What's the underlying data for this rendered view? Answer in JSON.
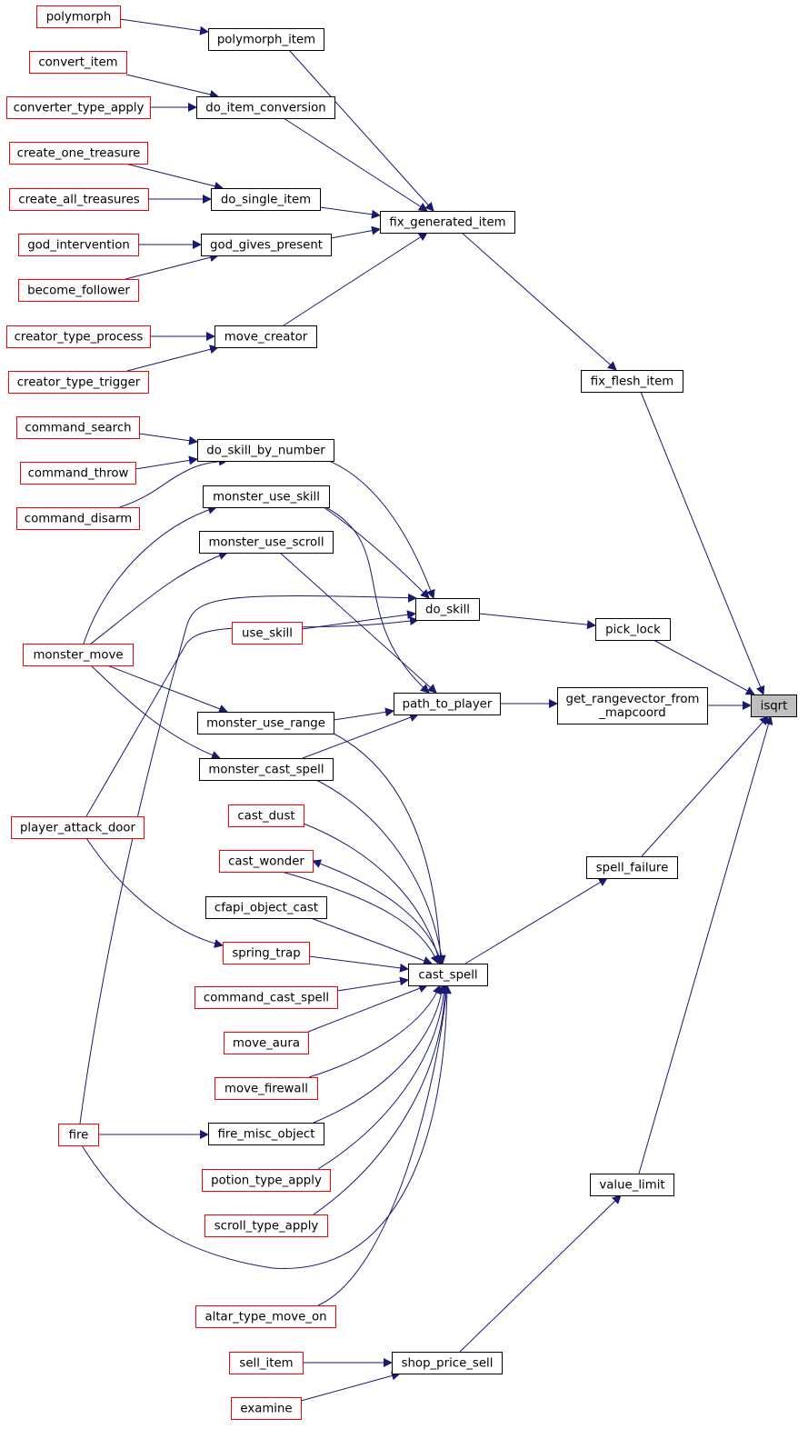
{
  "colors": {
    "edge": "#191970",
    "border_documented": "#000000",
    "border_undocumented": "#ff0000",
    "fill_default": "#ffffff",
    "fill_focus": "#bfbfbf"
  },
  "nodes": [
    {
      "id": "isqrt",
      "lines": [
        "isqrt"
      ],
      "style": "focus"
    },
    {
      "id": "fix_flesh_item",
      "lines": [
        "fix_flesh_item"
      ],
      "style": "documented"
    },
    {
      "id": "pick_lock",
      "lines": [
        "pick_lock"
      ],
      "style": "documented"
    },
    {
      "id": "get_rangevector_from_mapcoord",
      "lines": [
        "get_rangevector_from",
        "_mapcoord"
      ],
      "style": "documented"
    },
    {
      "id": "spell_failure",
      "lines": [
        "spell_failure"
      ],
      "style": "documented"
    },
    {
      "id": "value_limit",
      "lines": [
        "value_limit"
      ],
      "style": "documented"
    },
    {
      "id": "fix_generated_item",
      "lines": [
        "fix_generated_item"
      ],
      "style": "documented"
    },
    {
      "id": "do_skill",
      "lines": [
        "do_skill"
      ],
      "style": "documented"
    },
    {
      "id": "path_to_player",
      "lines": [
        "path_to_player"
      ],
      "style": "documented"
    },
    {
      "id": "cast_spell",
      "lines": [
        "cast_spell"
      ],
      "style": "documented"
    },
    {
      "id": "shop_price_sell",
      "lines": [
        "shop_price_sell"
      ],
      "style": "documented"
    },
    {
      "id": "polymorph_item",
      "lines": [
        "polymorph_item"
      ],
      "style": "documented"
    },
    {
      "id": "do_item_conversion",
      "lines": [
        "do_item_conversion"
      ],
      "style": "documented"
    },
    {
      "id": "do_single_item",
      "lines": [
        "do_single_item"
      ],
      "style": "documented"
    },
    {
      "id": "god_gives_present",
      "lines": [
        "god_gives_present"
      ],
      "style": "documented"
    },
    {
      "id": "move_creator",
      "lines": [
        "move_creator"
      ],
      "style": "documented"
    },
    {
      "id": "do_skill_by_number",
      "lines": [
        "do_skill_by_number"
      ],
      "style": "documented"
    },
    {
      "id": "monster_use_skill",
      "lines": [
        "monster_use_skill"
      ],
      "style": "documented"
    },
    {
      "id": "monster_use_scroll",
      "lines": [
        "monster_use_scroll"
      ],
      "style": "documented"
    },
    {
      "id": "use_skill",
      "lines": [
        "use_skill"
      ],
      "style": "undocumented"
    },
    {
      "id": "monster_use_range",
      "lines": [
        "monster_use_range"
      ],
      "style": "documented"
    },
    {
      "id": "monster_cast_spell",
      "lines": [
        "monster_cast_spell"
      ],
      "style": "documented"
    },
    {
      "id": "cast_dust",
      "lines": [
        "cast_dust"
      ],
      "style": "undocumented"
    },
    {
      "id": "cast_wonder",
      "lines": [
        "cast_wonder"
      ],
      "style": "undocumented"
    },
    {
      "id": "cfapi_object_cast",
      "lines": [
        "cfapi_object_cast"
      ],
      "style": "documented"
    },
    {
      "id": "spring_trap",
      "lines": [
        "spring_trap"
      ],
      "style": "undocumented"
    },
    {
      "id": "command_cast_spell",
      "lines": [
        "command_cast_spell"
      ],
      "style": "undocumented"
    },
    {
      "id": "move_aura",
      "lines": [
        "move_aura"
      ],
      "style": "undocumented"
    },
    {
      "id": "move_firewall",
      "lines": [
        "move_firewall"
      ],
      "style": "undocumented"
    },
    {
      "id": "fire_misc_object",
      "lines": [
        "fire_misc_object"
      ],
      "style": "documented"
    },
    {
      "id": "potion_type_apply",
      "lines": [
        "potion_type_apply"
      ],
      "style": "undocumented"
    },
    {
      "id": "scroll_type_apply",
      "lines": [
        "scroll_type_apply"
      ],
      "style": "undocumented"
    },
    {
      "id": "altar_type_move_on",
      "lines": [
        "altar_type_move_on"
      ],
      "style": "undocumented"
    },
    {
      "id": "sell_item",
      "lines": [
        "sell_item"
      ],
      "style": "undocumented"
    },
    {
      "id": "examine",
      "lines": [
        "examine"
      ],
      "style": "undocumented"
    },
    {
      "id": "polymorph",
      "lines": [
        "polymorph"
      ],
      "style": "undocumented"
    },
    {
      "id": "convert_item",
      "lines": [
        "convert_item"
      ],
      "style": "undocumented"
    },
    {
      "id": "converter_type_apply",
      "lines": [
        "converter_type_apply"
      ],
      "style": "undocumented"
    },
    {
      "id": "create_one_treasure",
      "lines": [
        "create_one_treasure"
      ],
      "style": "undocumented"
    },
    {
      "id": "create_all_treasures",
      "lines": [
        "create_all_treasures"
      ],
      "style": "undocumented"
    },
    {
      "id": "god_intervention",
      "lines": [
        "god_intervention"
      ],
      "style": "undocumented"
    },
    {
      "id": "become_follower",
      "lines": [
        "become_follower"
      ],
      "style": "undocumented"
    },
    {
      "id": "creator_type_process",
      "lines": [
        "creator_type_process"
      ],
      "style": "undocumented"
    },
    {
      "id": "creator_type_trigger",
      "lines": [
        "creator_type_trigger"
      ],
      "style": "undocumented"
    },
    {
      "id": "command_search",
      "lines": [
        "command_search"
      ],
      "style": "undocumented"
    },
    {
      "id": "command_throw",
      "lines": [
        "command_throw"
      ],
      "style": "undocumented"
    },
    {
      "id": "command_disarm",
      "lines": [
        "command_disarm"
      ],
      "style": "undocumented"
    },
    {
      "id": "monster_move",
      "lines": [
        "monster_move"
      ],
      "style": "undocumented"
    },
    {
      "id": "player_attack_door",
      "lines": [
        "player_attack_door"
      ],
      "style": "undocumented"
    },
    {
      "id": "fire",
      "lines": [
        "fire"
      ],
      "style": "undocumented"
    }
  ],
  "edges": [
    [
      "fix_flesh_item",
      "isqrt"
    ],
    [
      "pick_lock",
      "isqrt"
    ],
    [
      "get_rangevector_from_mapcoord",
      "isqrt"
    ],
    [
      "spell_failure",
      "isqrt"
    ],
    [
      "value_limit",
      "isqrt"
    ],
    [
      "fix_generated_item",
      "fix_flesh_item"
    ],
    [
      "do_skill",
      "pick_lock"
    ],
    [
      "path_to_player",
      "get_rangevector_from_mapcoord"
    ],
    [
      "cast_spell",
      "spell_failure"
    ],
    [
      "shop_price_sell",
      "value_limit"
    ],
    [
      "polymorph_item",
      "fix_generated_item"
    ],
    [
      "do_item_conversion",
      "fix_generated_item"
    ],
    [
      "do_single_item",
      "fix_generated_item"
    ],
    [
      "god_gives_present",
      "fix_generated_item"
    ],
    [
      "move_creator",
      "fix_generated_item"
    ],
    [
      "do_skill_by_number",
      "do_skill"
    ],
    [
      "monster_use_skill",
      "do_skill"
    ],
    [
      "use_skill",
      "do_skill"
    ],
    [
      "fire",
      "do_skill"
    ],
    [
      "player_attack_door",
      "do_skill"
    ],
    [
      "monster_use_skill",
      "path_to_player"
    ],
    [
      "monster_use_scroll",
      "path_to_player"
    ],
    [
      "monster_use_range",
      "path_to_player"
    ],
    [
      "monster_cast_spell",
      "path_to_player"
    ],
    [
      "monster_use_range",
      "cast_spell"
    ],
    [
      "monster_cast_spell",
      "cast_spell"
    ],
    [
      "cast_dust",
      "cast_spell"
    ],
    [
      "cast_wonder",
      "cast_spell"
    ],
    [
      "cast_spell",
      "cast_wonder"
    ],
    [
      "cfapi_object_cast",
      "cast_spell"
    ],
    [
      "spring_trap",
      "cast_spell"
    ],
    [
      "command_cast_spell",
      "cast_spell"
    ],
    [
      "move_aura",
      "cast_spell"
    ],
    [
      "move_firewall",
      "cast_spell"
    ],
    [
      "fire_misc_object",
      "cast_spell"
    ],
    [
      "potion_type_apply",
      "cast_spell"
    ],
    [
      "scroll_type_apply",
      "cast_spell"
    ],
    [
      "altar_type_move_on",
      "cast_spell"
    ],
    [
      "fire",
      "cast_spell"
    ],
    [
      "sell_item",
      "shop_price_sell"
    ],
    [
      "examine",
      "shop_price_sell"
    ],
    [
      "polymorph",
      "polymorph_item"
    ],
    [
      "convert_item",
      "do_item_conversion"
    ],
    [
      "converter_type_apply",
      "do_item_conversion"
    ],
    [
      "create_one_treasure",
      "do_single_item"
    ],
    [
      "create_all_treasures",
      "do_single_item"
    ],
    [
      "god_intervention",
      "god_gives_present"
    ],
    [
      "become_follower",
      "god_gives_present"
    ],
    [
      "creator_type_process",
      "move_creator"
    ],
    [
      "creator_type_trigger",
      "move_creator"
    ],
    [
      "command_search",
      "do_skill_by_number"
    ],
    [
      "command_throw",
      "do_skill_by_number"
    ],
    [
      "command_disarm",
      "do_skill_by_number"
    ],
    [
      "monster_move",
      "monster_use_skill"
    ],
    [
      "monster_move",
      "monster_use_scroll"
    ],
    [
      "monster_move",
      "monster_use_range"
    ],
    [
      "monster_move",
      "monster_cast_spell"
    ],
    [
      "player_attack_door",
      "spring_trap"
    ],
    [
      "fire",
      "fire_misc_object"
    ]
  ]
}
